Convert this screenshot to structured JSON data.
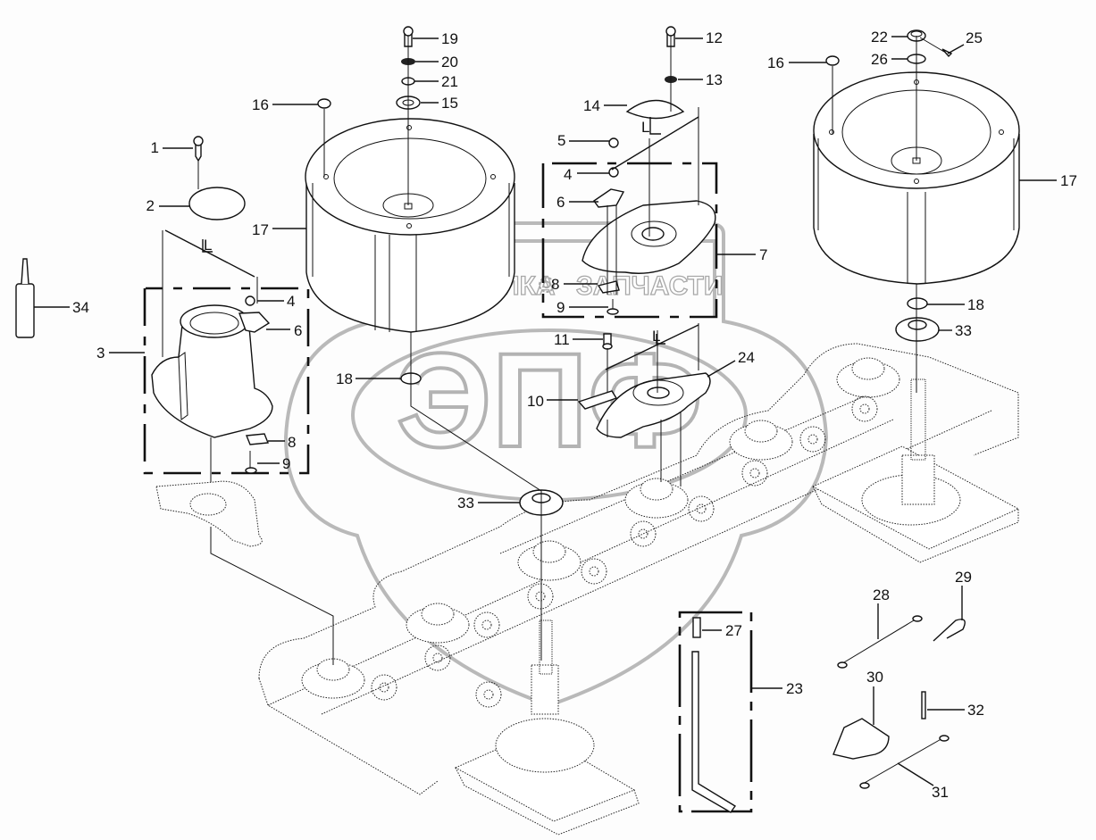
{
  "diagram": {
    "type": "exploded-parts-diagram",
    "subject": "Disc mower cutter bar with drums and cutting discs",
    "dimension_label": "L",
    "watermark": {
      "logo_letters": "ЭПФ",
      "text_left": "ТЕХНИКА",
      "text_right": "ЗАПЧАСТИ"
    },
    "callouts": [
      {
        "id": "c1",
        "label": "1",
        "part": "bolt"
      },
      {
        "id": "c2",
        "label": "2",
        "part": "cover plate"
      },
      {
        "id": "c3",
        "label": "3",
        "part": "cutting disc assembly (hat)"
      },
      {
        "id": "c4a",
        "label": "4",
        "part": "nut"
      },
      {
        "id": "c4b",
        "label": "4",
        "part": "nut"
      },
      {
        "id": "c5",
        "label": "5",
        "part": "nut"
      },
      {
        "id": "c6a",
        "label": "6",
        "part": "knife holder"
      },
      {
        "id": "c6b",
        "label": "6",
        "part": "knife holder"
      },
      {
        "id": "c7",
        "label": "7",
        "part": "cutting disc assembly"
      },
      {
        "id": "c8a",
        "label": "8",
        "part": "plate"
      },
      {
        "id": "c8b",
        "label": "8",
        "part": "plate"
      },
      {
        "id": "c9a",
        "label": "9",
        "part": "bolt"
      },
      {
        "id": "c9b",
        "label": "9",
        "part": "bolt"
      },
      {
        "id": "c10",
        "label": "10",
        "part": "knife"
      },
      {
        "id": "c11",
        "label": "11",
        "part": "knife bolt"
      },
      {
        "id": "c12",
        "label": "12",
        "part": "bolt"
      },
      {
        "id": "c13",
        "label": "13",
        "part": "washer"
      },
      {
        "id": "c14",
        "label": "14",
        "part": "cap"
      },
      {
        "id": "c15",
        "label": "15",
        "part": "washer"
      },
      {
        "id": "c16a",
        "label": "16",
        "part": "plug"
      },
      {
        "id": "c16b",
        "label": "16",
        "part": "plug"
      },
      {
        "id": "c17a",
        "label": "17",
        "part": "drum"
      },
      {
        "id": "c17b",
        "label": "17",
        "part": "drum"
      },
      {
        "id": "c18a",
        "label": "18",
        "part": "O-ring"
      },
      {
        "id": "c18b",
        "label": "18",
        "part": "O-ring"
      },
      {
        "id": "c19",
        "label": "19",
        "part": "bolt"
      },
      {
        "id": "c20",
        "label": "20",
        "part": "lock washer"
      },
      {
        "id": "c21",
        "label": "21",
        "part": "washer"
      },
      {
        "id": "c22",
        "label": "22",
        "part": "bushing"
      },
      {
        "id": "c23",
        "label": "23",
        "part": "knife changing tool kit"
      },
      {
        "id": "c24",
        "label": "24",
        "part": "cutting disc"
      },
      {
        "id": "c25",
        "label": "25",
        "part": "screw"
      },
      {
        "id": "c26",
        "label": "26",
        "part": "ring"
      },
      {
        "id": "c27",
        "label": "27",
        "part": "tool part"
      },
      {
        "id": "c28",
        "label": "28",
        "part": "wire cable"
      },
      {
        "id": "c29",
        "label": "29",
        "part": "linch pin"
      },
      {
        "id": "c30",
        "label": "30",
        "part": "bracket"
      },
      {
        "id": "c31",
        "label": "31",
        "part": "wire cable"
      },
      {
        "id": "c32",
        "label": "32",
        "part": "cotter pin"
      },
      {
        "id": "c33a",
        "label": "33",
        "part": "spacer"
      },
      {
        "id": "c33b",
        "label": "33",
        "part": "spacer"
      },
      {
        "id": "c34",
        "label": "34",
        "part": "sealant tube"
      }
    ]
  }
}
